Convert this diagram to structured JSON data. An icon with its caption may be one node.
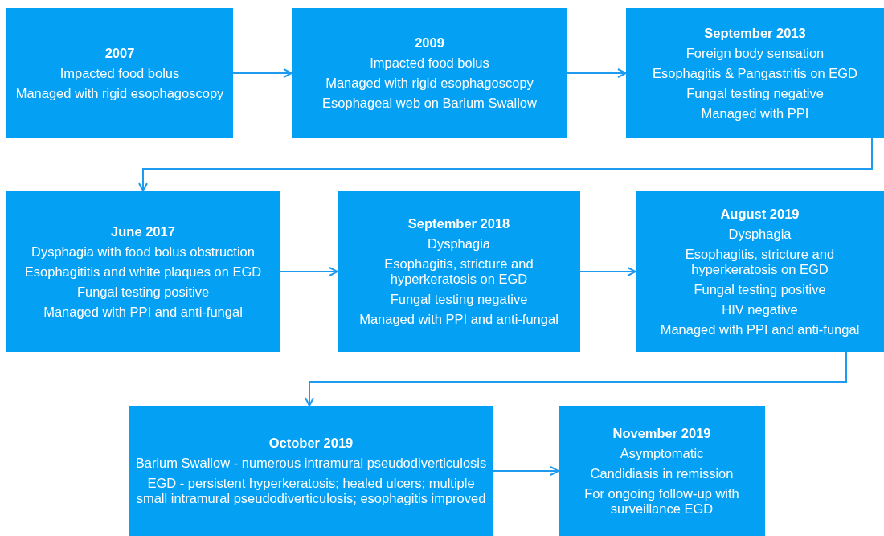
{
  "diagram": {
    "nodes": [
      {
        "text": [
          "2007",
          "Impacted food bolus",
          "Managed with rigid esophagoscopy"
        ]
      },
      {
        "text": [
          "2009",
          "Impacted food bolus",
          "Managed with rigid esophagoscopy",
          "Esophageal web on Barium Swallow"
        ]
      },
      {
        "text": [
          "September 2013",
          "Foreign body sensation",
          "Esophagitis & Pangastritis on EGD",
          "Fungal testing negative",
          "Managed with PPI"
        ]
      },
      {
        "text": [
          "June 2017",
          "Dysphagia with food bolus obstruction",
          "Esophagititis and white plaques on EGD",
          "Fungal testing positive",
          "Managed with PPI and anti-fungal"
        ]
      },
      {
        "text": [
          "September 2018",
          "Dysphagia",
          "Esophagitis, stricture and hyperkeratosis on EGD",
          "Fungal testing negative",
          "Managed with PPI and anti-fungal"
        ]
      },
      {
        "text": [
          "August 2019",
          "Dysphagia",
          "Esophagitis, stricture and hyperkeratosis on EGD",
          "Fungal testing positive",
          "HIV negative",
          "Managed with PPI and anti-fungal"
        ]
      },
      {
        "text": [
          "October 2019",
          "Barium Swallow - numerous intramural pseudodiverticulosis",
          "EGD - persistent hyperkeratosis; healed ulcers; multiple small intramural pseudodiverticulosis; esophagitis improved"
        ]
      },
      {
        "text": [
          "November 2019",
          "Asymptomatic",
          "Candidiasis in remission",
          "For ongoing follow-up with surveillance EGD"
        ]
      }
    ],
    "edges": [
      {
        "from": 0,
        "to": 1,
        "arrow": "to"
      },
      {
        "from": 1,
        "to": 2,
        "arrow": "to"
      },
      {
        "from": 2,
        "to": 3,
        "arrow": "to"
      },
      {
        "from": 3,
        "to": 4,
        "arrow": "to"
      },
      {
        "from": 4,
        "to": 5,
        "arrow": "to"
      },
      {
        "from": 5,
        "to": 6,
        "arrow": "to"
      },
      {
        "from": 6,
        "to": 7,
        "arrow": "to"
      }
    ]
  }
}
